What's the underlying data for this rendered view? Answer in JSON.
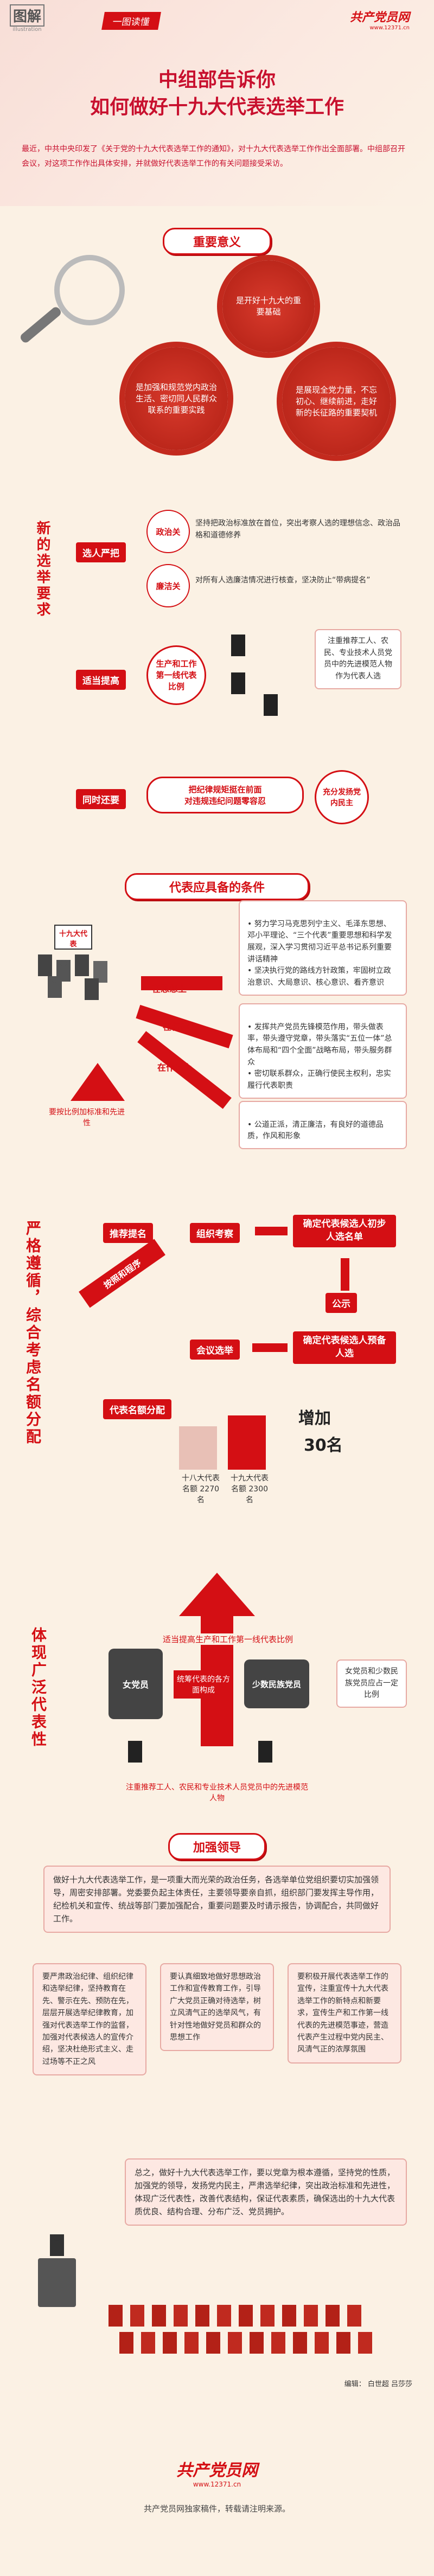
{
  "header": {
    "logo_text": "图解",
    "logo_sub": "illustration",
    "tag": "一图读懂",
    "brand": "共产党员网",
    "brand_url": "www.12371.cn",
    "title_line1": "中组部告诉你",
    "title_line2": "如何做好十九大代表选举工作"
  },
  "intro": "    最近，中共中央印发了《关于党的十九大代表选举工作的通知》，对十九大代表选举工作作出全面部署。中组部召开会议，对这项工作作出具体安排，并就做好代表选举工作的有关问题接受采访。",
  "significance": {
    "title": "重要意义",
    "gear1": "是开好十九大的重要基础",
    "gear2": "是加强和规范党内政治生活、密切同人民群众联系的重要实践",
    "gear3": "是展现全党力量，不忘初心、继续前进，走好新的长征路的重要契机"
  },
  "requirements": {
    "side_title": "新的选举要求",
    "strict_label": "选人严把",
    "political": "政治关",
    "political_text": "坚持把政治标准放在首位，突出考察人选的理想信念、政治品格和道德修养",
    "integrity": "廉洁关",
    "integrity_text": "对所有人选廉洁情况进行核查，坚决防止“带病提名”",
    "raise_label": "适当提高",
    "raise_box": "生产和工作第一线代表比例",
    "raise_text": "注重推荐工人、农民、专业技术人员党员中的先进模范人物作为代表人选",
    "also_label": "同时还要",
    "also_box1": "把纪律规矩挺在前面",
    "also_box2": "对违规违纪问题零容忍",
    "also_text": "充分发扬党内民主"
  },
  "conditions": {
    "title": "代表应具备的条件",
    "sign": "十九大代表",
    "c1": "在思想上",
    "c2": "在行动上",
    "c3": "在作风上",
    "c4_text": "要按比例加标准和先进性",
    "t1": "• 努力学习马克思列宁主义、毛泽东思想、邓小平理论、“三个代表”重要思想和科学发展观，深入学习贯彻习近平总书记系列重要讲话精神\n• 坚决执行党的路线方针政策，牢固树立政治意识、大局意识、核心意识、看齐意识",
    "t2": "• 发挥共产党员先锋模范作用，带头做表率，带头遵守党章，带头落实“五位一体”总体布局和“四个全面”战略布局，带头服务群众\n• 密切联系群众，正确行使民主权利，忠实履行代表职责",
    "t3": "• 公道正派，清正廉洁，有良好的道德品质，作风和形象"
  },
  "process": {
    "side_title": "严格遵循，综合考虑名额分配",
    "s1": "推荐提名",
    "s2": "组织考察",
    "s3": "确定代表候选人初步人选名单",
    "s4": "会议选举",
    "s5": "确定代表候选人预备人选",
    "s6": "公示",
    "s7": "代表名额分配",
    "arrow_label": "按照和程序",
    "n1": "十八大代表名额 2270名",
    "n2": "十九大代表名额 2300名",
    "increase_label": "增加",
    "increase": "30名"
  },
  "representation": {
    "side_title": "体现广泛代表性",
    "line1": "适当提高生产和工作第一线代表比例",
    "women": "女党员",
    "women_text": "统筹代表的各方面构成",
    "minority": "少数民族党员",
    "women_badge": "女党员和少数民族党员应占一定比例",
    "line2": "注重推荐工人、农民和专业技术人员党员中的先进模范人物"
  },
  "leadership": {
    "title": "加强领导",
    "intro": "做好十九大代表选举工作，是一项重大而光荣的政治任务，各选举单位党组织要切实加强领导，周密安排部署。党委要负起主体责任，主要领导要亲自抓，组织部门要发挥主导作用，纪检机关和宣传、统战等部门要加强配合，重要问题要及时请示报告，协调配合，共同做好工作。",
    "col1": "要严肃政治纪律、组织纪律和选举纪律，坚持教育在先、警示在先、预防在先，层层开展选举纪律教育，加强对代表选举工作的监督，加强对代表候选人的宣传介绍，坚决杜绝形式主义、走过场等不正之风",
    "col2": "要认真细致地做好思想政治工作和宣传教育工作，引导广大党员正确对待选举，树立风清气正的选举风气，有针对性地做好党员和群众的思想工作",
    "col3": "要积极开展代表选举工作的宣传，注重宣传十九大代表选举工作的新特点和新要求，宣传生产和工作第一线代表的先进模范事迹，营造代表产生过程中党内民主、风清气正的浓厚氛围",
    "summary": "总之，做好十九大代表选举工作，要以党章为根本遵循，坚持党的性质，加强党的领导，发扬党内民主，严肃选举纪律，突出政治标准和先进性，体现广泛代表性，改善代表结构，保证代表素质，确保选出的十九大代表质优良、结构合理、分布广泛、党员拥护。"
  },
  "footer": {
    "editors": "编辑： 白世超 吕莎莎",
    "brand": "共产党员网",
    "brand_url": "www.12371.cn",
    "note": "共产党员网独家稿件，转载请注明来源。"
  },
  "colors": {
    "red": "#d40f14",
    "bg": "#fbf1e4",
    "dark": "#333333"
  }
}
